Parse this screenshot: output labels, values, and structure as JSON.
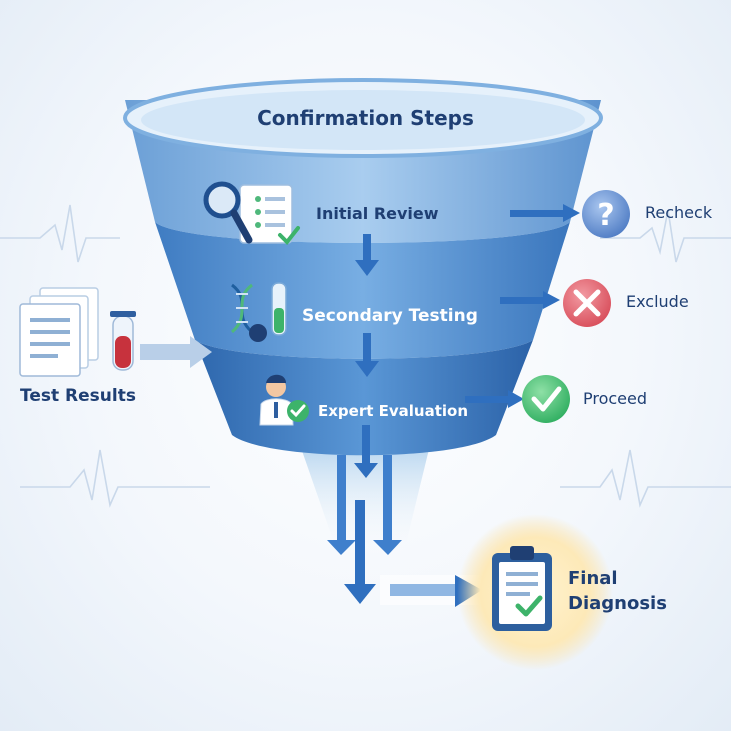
{
  "title": "Confirmation Steps",
  "stages": [
    {
      "label": "Initial Review",
      "icon": "magnifier-checklist-icon"
    },
    {
      "label": "Secondary Testing",
      "icon": "dna-flask-icon"
    },
    {
      "label": "Expert Evaluation",
      "icon": "doctor-check-icon"
    }
  ],
  "outcomes": [
    {
      "label": "Recheck",
      "icon": "question-icon",
      "color": "#5b85c9"
    },
    {
      "label": "Exclude",
      "icon": "x-icon",
      "color": "#de5b66"
    },
    {
      "label": "Proceed",
      "icon": "checkmark-icon",
      "color": "#3db36a"
    }
  ],
  "input": {
    "label": "Test Results",
    "icon": "documents-test-tube-icon"
  },
  "result": {
    "line1": "Final",
    "line2": "Diagnosis",
    "icon": "clipboard-check-icon"
  },
  "colors": {
    "accent": "#2f6fbf",
    "text": "#1f3f73",
    "funnel_light": "#cfe2f5",
    "funnel_dark": "#2f6fb8"
  }
}
